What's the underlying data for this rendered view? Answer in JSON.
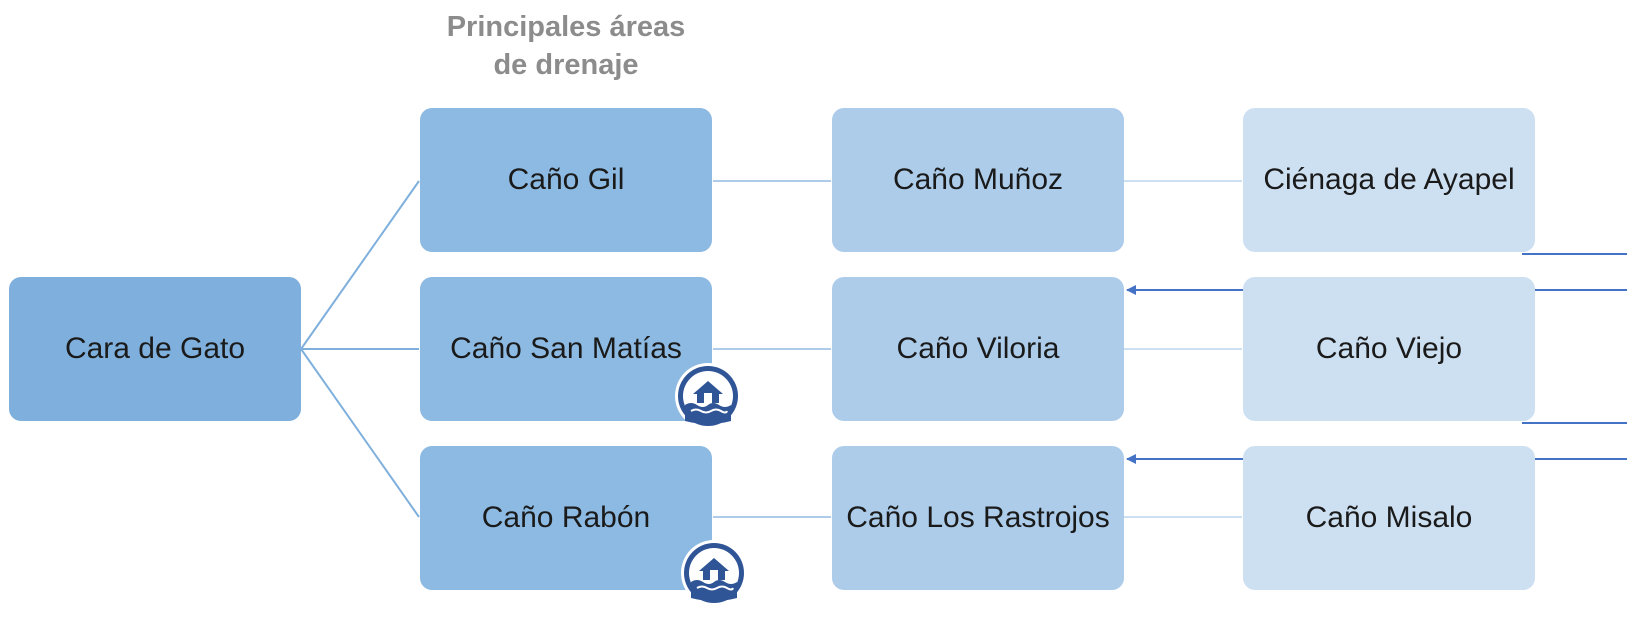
{
  "title": {
    "line1": "Principales áreas",
    "line2": "de drenaje"
  },
  "nodes": {
    "root": "Cara de Gato",
    "cano_gil": "Caño Gil",
    "cano_san_matias": "Caño San Matías",
    "cano_rabon": "Caño Rabón",
    "cano_munoz": "Caño Muñoz",
    "cano_viloria": "Caño Viloria",
    "cano_los_rastrojos": "Caño Los Rastrojos",
    "cienaga_de_ayapel": "Ciénaga de Ayapel",
    "cano_viejo": "Caño Viejo",
    "cano_misalo": "Caño Misalo"
  },
  "icons": {
    "flood": "flooded-house-icon"
  },
  "colors": {
    "root": "#7fb0dd",
    "level1": "#8dbae2",
    "level2": "#acccea",
    "level3": "#cde0f2",
    "arrow": "#4472c4",
    "icon": "#2f5597"
  }
}
